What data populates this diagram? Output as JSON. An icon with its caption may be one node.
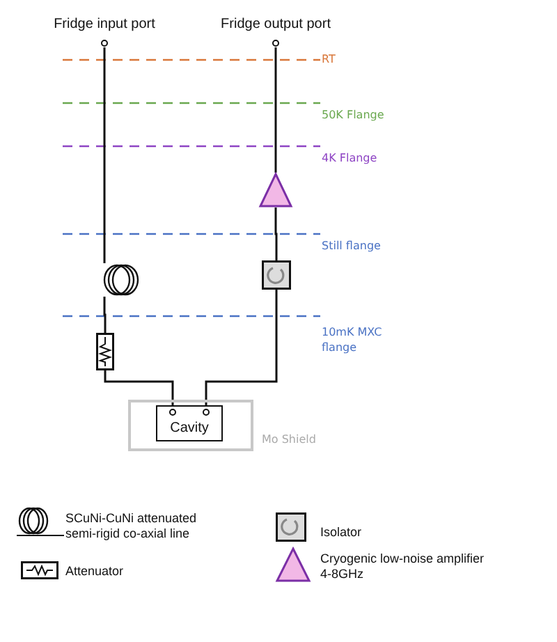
{
  "diagram": {
    "nodes": [
      {
        "text": [
          "Fridge input port"
        ]
      },
      {
        "text": [
          "Fridge output port"
        ]
      },
      {
        "text": [],
        "shape": "coil"
      },
      {
        "text": [],
        "shape": "box"
      },
      {
        "text": [
          "Mo Shield"
        ]
      },
      {
        "text": [
          "Cavity"
        ],
        "in": 4
      },
      {
        "text": [],
        "shape": "triangle"
      },
      {
        "text": [],
        "shape": "box"
      }
    ],
    "edges": [
      {
        "from": 0,
        "to": 2,
        "arrow": "none"
      },
      {
        "from": 2,
        "to": 3,
        "arrow": "none"
      },
      {
        "from": 3,
        "to": 5,
        "arrow": "none"
      },
      {
        "from": 5,
        "to": 7,
        "arrow": "none"
      },
      {
        "from": 7,
        "to": 6,
        "arrow": "none"
      },
      {
        "from": 6,
        "to": 1,
        "arrow": "none"
      }
    ],
    "labels": [
      "RT",
      "50K Flange",
      "4K Flange",
      "Still flange",
      "10mK MXC flange"
    ],
    "legend": [
      {
        "text": "SCuNi-CuNi attenuated semi-rigid co-axial line"
      },
      {
        "text": "Isolator"
      },
      {
        "text": "Attenuator"
      },
      {
        "text": "Cryogenic low-noise amplifier 4-8GHz"
      }
    ]
  }
}
